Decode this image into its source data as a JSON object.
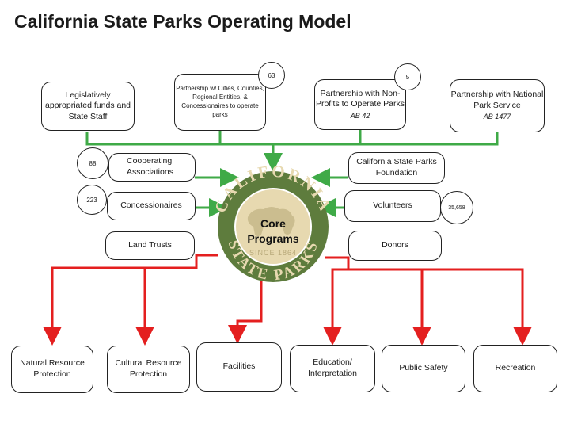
{
  "title": "California State Parks Operating Model",
  "top_funding": {
    "legislative": "Legislatively appropriated funds and State Staff",
    "partnership_cities": "Partnership w/ Cities, Counties, Regional Entities, & Concessionaires to operate parks",
    "partnership_nonprofits": "Partnership with Non-Profits to Operate Parks",
    "partnership_nonprofits_bill": "AB 42",
    "partnership_nps": "Partnership with National Park Service",
    "partnership_nps_bill": "AB 1477"
  },
  "counts": {
    "cities": "63",
    "nonprofits": "5",
    "cooperating": "88",
    "concessionaires": "223",
    "volunteers": "35,658"
  },
  "partners": {
    "cooperating": "Cooperating Associations",
    "concessionaires": "Concessionaires",
    "land_trusts": "Land Trusts",
    "foundation": "California State Parks Foundation",
    "volunteers": "Volunteers",
    "donors": "Donors"
  },
  "seal": {
    "top_text": "CALIFORNIA",
    "bottom_text": "STATE PARKS",
    "since": "SINCE 1864"
  },
  "core": "Core Programs",
  "programs": [
    "Natural Resource Protection",
    "Cultural Resource Protection",
    "Facilities",
    "Education/ Interpretation",
    "Public Safety",
    "Recreation"
  ],
  "colors": {
    "green_arrow": "#3faa47",
    "red_arrow": "#e41f1f",
    "seal_green": "#5e7c3d",
    "seal_tan": "#e7d9b0"
  }
}
